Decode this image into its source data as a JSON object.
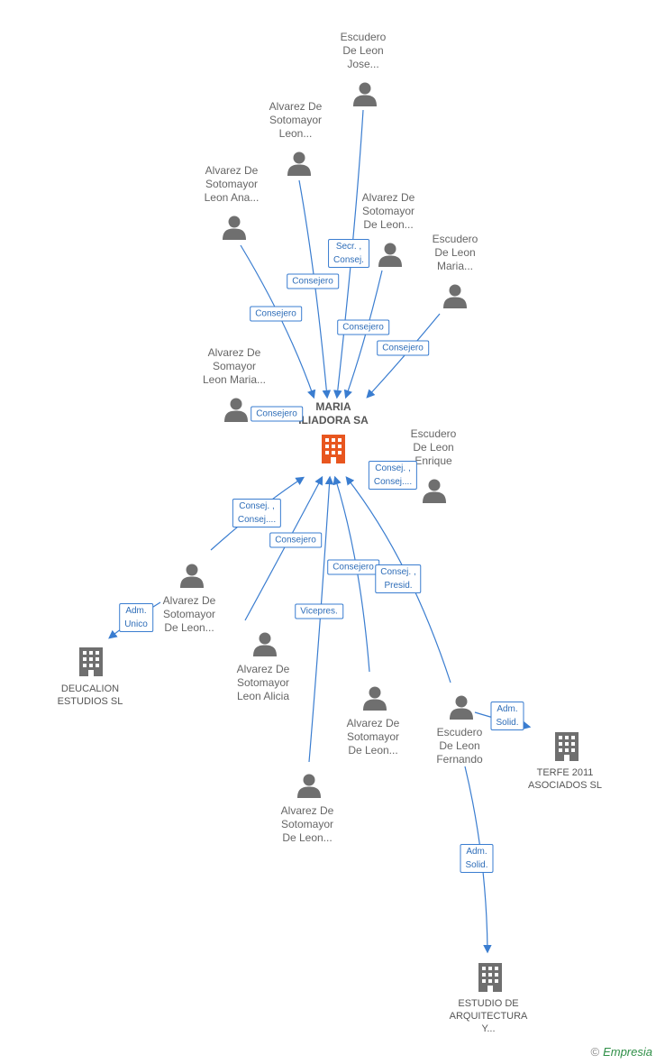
{
  "center": {
    "label": "MARIA\nILIADORA SA",
    "color": "#e8561f"
  },
  "people": [
    {
      "id": "p1",
      "label": "Escudero\nDe Leon\nJose..."
    },
    {
      "id": "p2",
      "label": "Alvarez De\nSotomayor\nLeon..."
    },
    {
      "id": "p3",
      "label": "Alvarez De\nSotomayor\nLeon Ana..."
    },
    {
      "id": "p4",
      "label": "Alvarez De\nSotomayor\nDe Leon..."
    },
    {
      "id": "p5",
      "label": "Escudero\nDe Leon\nMaria..."
    },
    {
      "id": "p6",
      "label": "Alvarez De\nSomayor\nLeon Maria..."
    },
    {
      "id": "p7",
      "label": "Escudero\nDe Leon\nEnrique"
    },
    {
      "id": "p8",
      "label": "Alvarez De\nSotomayor\nDe Leon..."
    },
    {
      "id": "p9",
      "label": "Alvarez De\nSotomayor\nLeon Alicia"
    },
    {
      "id": "p10",
      "label": "Alvarez De\nSotomayor\nDe Leon..."
    },
    {
      "id": "p11",
      "label": "Escudero\nDe Leon\nFernando"
    },
    {
      "id": "p12",
      "label": "Alvarez De\nSotomayor\nDe Leon..."
    }
  ],
  "companies": [
    {
      "id": "c1",
      "label": "DEUCALION\nESTUDIOS SL"
    },
    {
      "id": "c2",
      "label": "TERFE 2011\nASOCIADOS SL"
    },
    {
      "id": "c3",
      "label": "ESTUDIO DE\nARQUITECTURA\nY..."
    }
  ],
  "edges": [
    {
      "id": "e1",
      "label": "Secr. ,\nConsej."
    },
    {
      "id": "e2",
      "label": "Consejero"
    },
    {
      "id": "e3",
      "label": "Consejero"
    },
    {
      "id": "e4",
      "label": "Consejero"
    },
    {
      "id": "e5",
      "label": "Consejero"
    },
    {
      "id": "e6",
      "label": "Consejero"
    },
    {
      "id": "e7",
      "label": "Consej. ,\nConsej...."
    },
    {
      "id": "e8",
      "label": "Consej. ,\nConsej...."
    },
    {
      "id": "e9",
      "label": "Adm.\nUnico"
    },
    {
      "id": "e10",
      "label": "Consejero"
    },
    {
      "id": "e11",
      "label": "Vicepres."
    },
    {
      "id": "e12",
      "label": "Consejero"
    },
    {
      "id": "e13",
      "label": "Consej. ,\nPresid."
    },
    {
      "id": "e14",
      "label": "Adm.\nSolid."
    },
    {
      "id": "e15",
      "label": "Adm.\nSolid."
    }
  ],
  "colors": {
    "edge": "#3a7dd0",
    "person": "#6f6f6f",
    "company": "#6f6f6f"
  },
  "footer": {
    "copyright": "©",
    "brand": "Empresia"
  }
}
